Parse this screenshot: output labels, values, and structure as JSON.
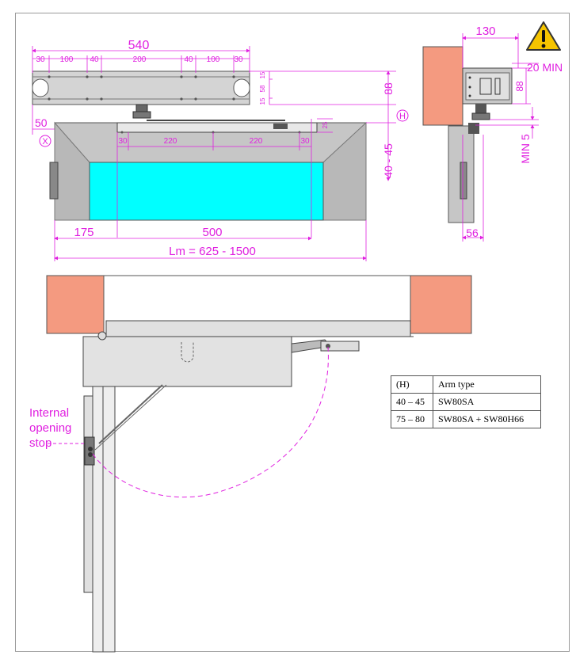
{
  "colors": {
    "dimension": "#e020e0",
    "wall": "#f49a80",
    "glass": "#00ffff",
    "frame_grey": "#c6c6c6",
    "warning": "#f5c400"
  },
  "icons": {
    "warning": "warning-triangle-icon"
  },
  "top_view": {
    "overall_width": "540",
    "segments": [
      "30",
      "100",
      "40",
      "200",
      "40",
      "100",
      "30"
    ],
    "height_88": "88",
    "side_58": "58",
    "side_15a": "15",
    "side_15b": "15",
    "h_symbol": "H",
    "x_symbol": "X",
    "dim_50": "50",
    "dim_25": "25",
    "arm_segments": [
      "30",
      "220",
      "220",
      "30"
    ],
    "range_40_45": "40 - 45",
    "dim_175": "175",
    "dim_500": "500",
    "lm_range": "Lm = 625 - 1500"
  },
  "side_view": {
    "dim_130": "130",
    "dim_20min": "20 MIN",
    "dim_88": "88",
    "min5": "MIN 5",
    "dim_56": "56"
  },
  "plan_view": {
    "stop_label_lines": [
      "Internal",
      "opening",
      "stop"
    ]
  },
  "arm_table": {
    "header": [
      "(H)",
      "Arm type"
    ],
    "rows": [
      [
        "40 – 45",
        "SW80SA"
      ],
      [
        "75 – 80",
        "SW80SA + SW80H66"
      ]
    ]
  }
}
